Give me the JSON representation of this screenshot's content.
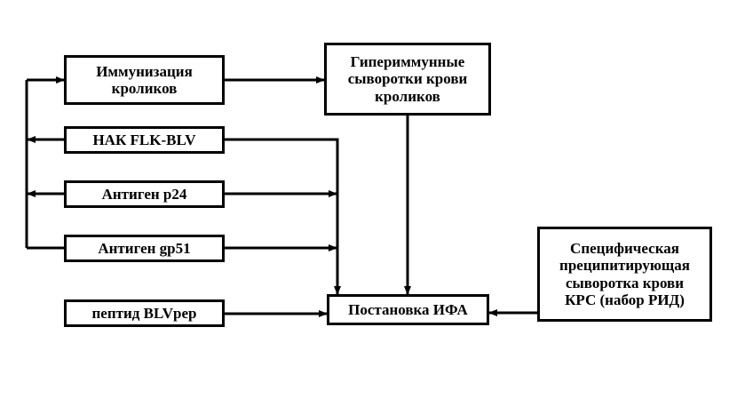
{
  "nodes": {
    "immunization": "Иммунизация\nкроликов",
    "hyperimmune_sera": "Гипериммунные\nсыворотки крови\nкроликов",
    "nak_flk_blv": "НАК FLK-BLV",
    "antigen_p24": "Антиген р24",
    "antigen_gp51": "Антиген gp51",
    "peptide_blvpep": "пептид BLVpep",
    "elisa_setup": "Постановка ИФА",
    "specific_serum": "Специфическая\nпреципитирующая\nсыворотка крови\nКРС (набор РИД)"
  },
  "colors": {
    "line": "#000000",
    "background": "#ffffff"
  }
}
